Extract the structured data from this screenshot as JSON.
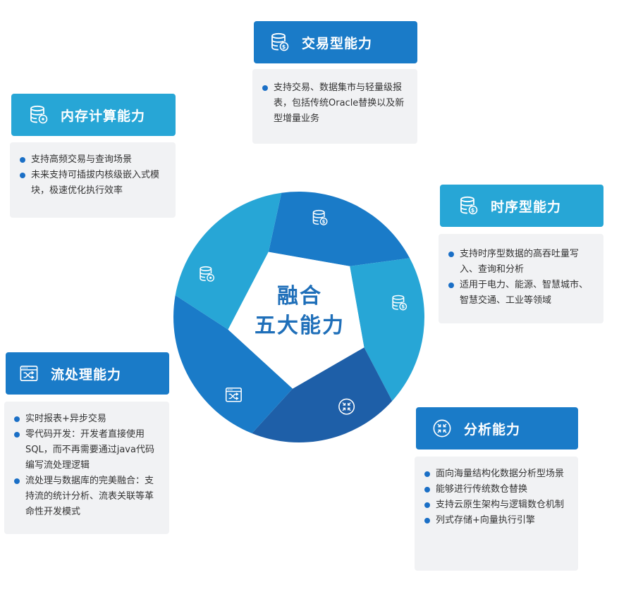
{
  "center": {
    "line1": "融合",
    "line2": "五大能力"
  },
  "cards": {
    "transaction": {
      "title": "交易型能力",
      "icon": "database-dollar-icon",
      "color": "#1a7bc8",
      "items": [
        "支持交易、数据集市与轻量级报表，包括传统Oracle替换以及新型增量业务"
      ]
    },
    "memory": {
      "title": "内存计算能力",
      "icon": "database-gear-icon",
      "color": "#27a6d6",
      "items": [
        "支持高频交易与查询场景",
        "未来支持可插拔内核级嵌入式模块，极速优化执行效率"
      ]
    },
    "timeseries": {
      "title": "时序型能力",
      "icon": "database-dollar-icon",
      "color": "#27a6d6",
      "items": [
        "支持时序型数据的高吞吐量写入、查询和分析",
        "适用于电力、能源、智慧城市、智慧交通、工业等领域"
      ]
    },
    "stream": {
      "title": "流处理能力",
      "icon": "stream-window-icon",
      "color": "#1a7bc8",
      "items": [
        "实时报表+异步交易",
        "零代码开发：开发者直接使用SQL，而不再需要通过java代码编写流处理逻辑",
        "流处理与数据库的完美融合：支持流的统计分析、流表关联等革命性开发模式"
      ]
    },
    "analysis": {
      "title": "分析能力",
      "icon": "compress-arrows-icon",
      "color": "#1a7bc8",
      "items": [
        "面向海量结构化数据分析型场景",
        "能够进行传统数仓替换",
        "支持云原生架构与逻辑数仓机制",
        "列式存储+向量执行引擎"
      ]
    }
  },
  "wheel": {
    "segments": [
      {
        "name": "transaction",
        "color": "#1a7bc8",
        "icon": "database-dollar-icon"
      },
      {
        "name": "timeseries",
        "color": "#27a6d6",
        "icon": "database-dollar-icon"
      },
      {
        "name": "analysis",
        "color": "#1e5fa8",
        "icon": "compress-arrows-icon"
      },
      {
        "name": "stream",
        "color": "#1a7bc8",
        "icon": "stream-window-icon"
      },
      {
        "name": "memory",
        "color": "#27a6d6",
        "icon": "database-gear-icon"
      }
    ]
  }
}
